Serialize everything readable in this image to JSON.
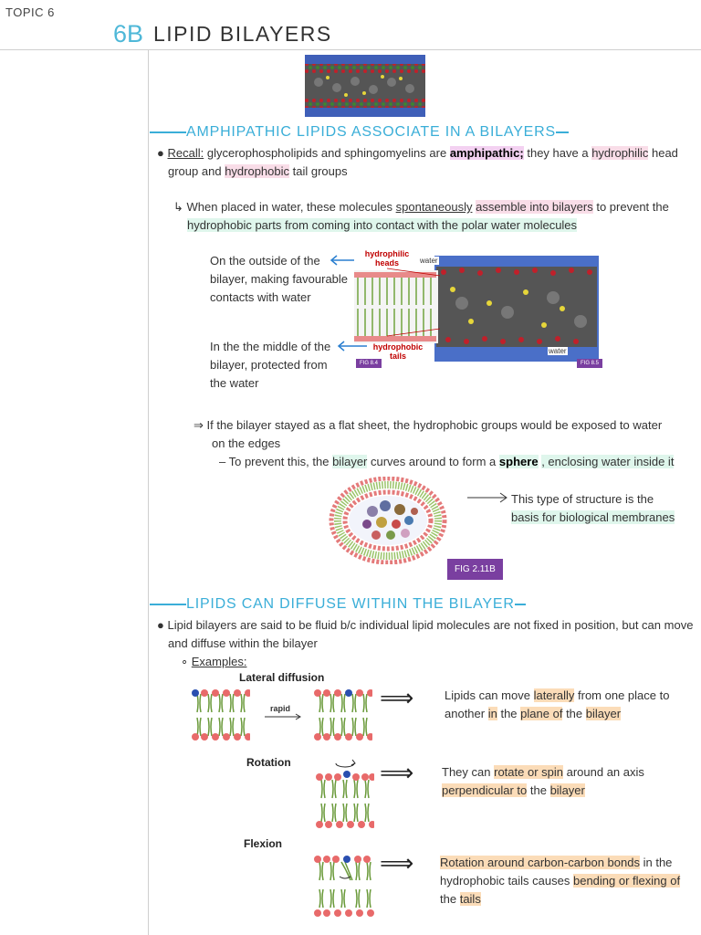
{
  "header": {
    "topic": "TOPIC 6",
    "number": "6B",
    "title": "LIPID BILAYERS"
  },
  "section1": {
    "heading": "AMPHIPATHIC LIPIDS ASSOCIATE IN A BILAYERS",
    "bullet1": {
      "recall": "Recall:",
      "p1": "glycerophospholipids and sphingomyelins are",
      "amphipathic": "amphipathic;",
      "p2": "they have a",
      "hydrophilic": "hydrophilic",
      "p3": "head",
      "p4": "group and",
      "hydrophobic": "hydrophobic",
      "p5": "tail groups"
    },
    "arrow_note": {
      "p1": "When placed in water, these molecules",
      "spont": "spontaneously",
      "p2": "assemble into bilayers",
      "p3": "to prevent the",
      "line2": "hydrophobic parts from coming into contact with the polar water molecules"
    },
    "outside_note": [
      "On the outside of the",
      "bilayer, making favourable",
      "contacts with water"
    ],
    "middle_note": [
      "In the the middle of the",
      "bilayer, protected from",
      "the water"
    ],
    "figure_labels": {
      "hydrophilic_heads": [
        "hydrophilic",
        "heads"
      ],
      "hydrophobic_tails": [
        "hydrophobic",
        "tails"
      ],
      "water_top": "water",
      "water_bottom": "water",
      "fig_a": "FIG 8.4",
      "fig_b": "FIG 8.5"
    },
    "flat_sheet": {
      "line1": "If the bilayer stayed as a flat sheet, the hydrophobic groups would be exposed to water",
      "line2": "on the edges",
      "sub_p1": "– To prevent this, the",
      "bilayer": "bilayer",
      "sub_p2": "curves around to form a",
      "sphere": "sphere",
      "sub_p3": ", enclosing water inside it"
    },
    "sphere_note": [
      "This type of structure is the",
      "basis for biological membranes"
    ],
    "fig_sphere": "FIG 2.11B"
  },
  "section2": {
    "heading": "LIPIDS CAN DIFFUSE WITHIN THE BILAYER",
    "bullet": [
      "Lipid bilayers are said to be fluid b/c individual lipid molecules are not fixed in position, but can move",
      "and diffuse within the bilayer"
    ],
    "examples": "Examples:",
    "lateral": {
      "label": "Lateral diffusion",
      "rapid": "rapid",
      "p1": "Lipids can move",
      "laterally": "laterally",
      "p2": "from one place to",
      "p3": "another",
      "in": "in",
      "p4": "the",
      "plane": "plane of",
      "p5": "the",
      "bilayer": "bilayer"
    },
    "rotation": {
      "label": "Rotation",
      "p1": "They can",
      "rotate": "rotate or spin",
      "p2": "around an axis",
      "perp": "perpendicular to",
      "p3": "the",
      "bilayer": "bilayer"
    },
    "flexion": {
      "label": "Flexion",
      "rot": "Rotation around carbon-carbon bonds",
      "p1": "in the",
      "p2": "hydrophobic tails causes",
      "bend": "bending or flexing of",
      "p3": "the",
      "tails": "tails"
    }
  }
}
